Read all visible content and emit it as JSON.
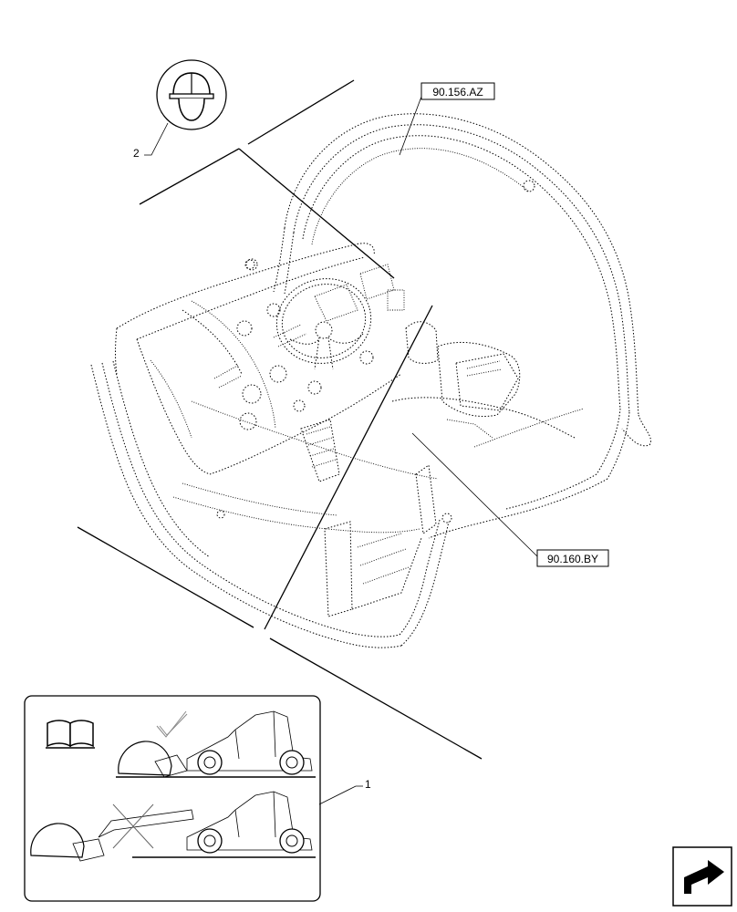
{
  "references": {
    "top": "90.156.AZ",
    "right": "90.160.BY"
  },
  "callouts": {
    "label_decal": "1",
    "helmet_decal": "2"
  },
  "icons": {
    "helmet": "hard-hat-icon",
    "manual": "open-book-icon",
    "check": "checkmark-icon",
    "cross": "cross-icon",
    "nav": "next-page-arrow-icon"
  }
}
